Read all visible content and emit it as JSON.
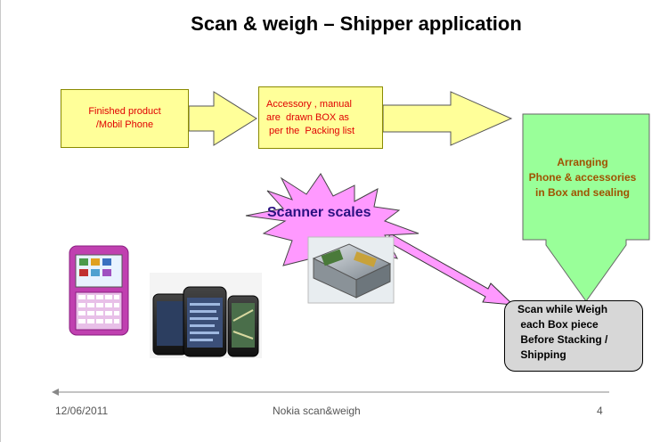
{
  "title": "Scan & weigh – Shipper application",
  "boxes": {
    "finished_product": [
      "Finished  product",
      "/Mobil  Phone"
    ],
    "accessory": [
      "Accessory , manual",
      "are  drawn BOX as",
      " per the  Packing list"
    ],
    "arranging": [
      "Arranging",
      "Phone & accessories",
      "in Box and sealing"
    ],
    "scan_weigh": [
      "Scan while Weigh",
      " each Box piece",
      " Before Stacking /",
      " Shipping"
    ]
  },
  "scanner_label": "Scanner scales",
  "footer": {
    "date": "12/06/2011",
    "center": "Nokia scan&weigh",
    "page": "4"
  },
  "colors": {
    "yellow_fill": "#ffff99",
    "green_fill": "#99ff99",
    "star_fill": "#ff99ff",
    "scan_box_fill": "#d7d7d7",
    "red_text": "#e00000",
    "brown_text": "#a05200",
    "navy_text": "#2a1080"
  }
}
